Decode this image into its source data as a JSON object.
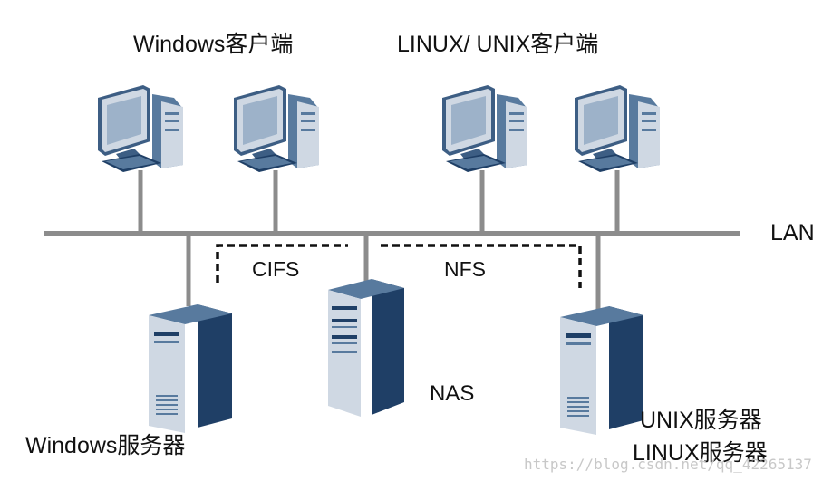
{
  "labels": {
    "windows_clients": "Windows客户端",
    "unix_clients": "LINUX/  UNIX客户端",
    "lan": "LAN",
    "cifs": "CIFS",
    "nfs": "NFS",
    "nas": "NAS",
    "windows_server": "Windows服务器",
    "unix_server": "UNIX服务器",
    "linux_server": "LINUX服务器"
  },
  "watermark": "https://blog.csdn.net/qq_42265137",
  "colors": {
    "line": "#8c8c8c",
    "dashed": "#111111",
    "device_dark": "#1f3f66",
    "device_mid": "#587a9e",
    "device_light": "#cfd8e3",
    "screen": "#9db2c9"
  }
}
